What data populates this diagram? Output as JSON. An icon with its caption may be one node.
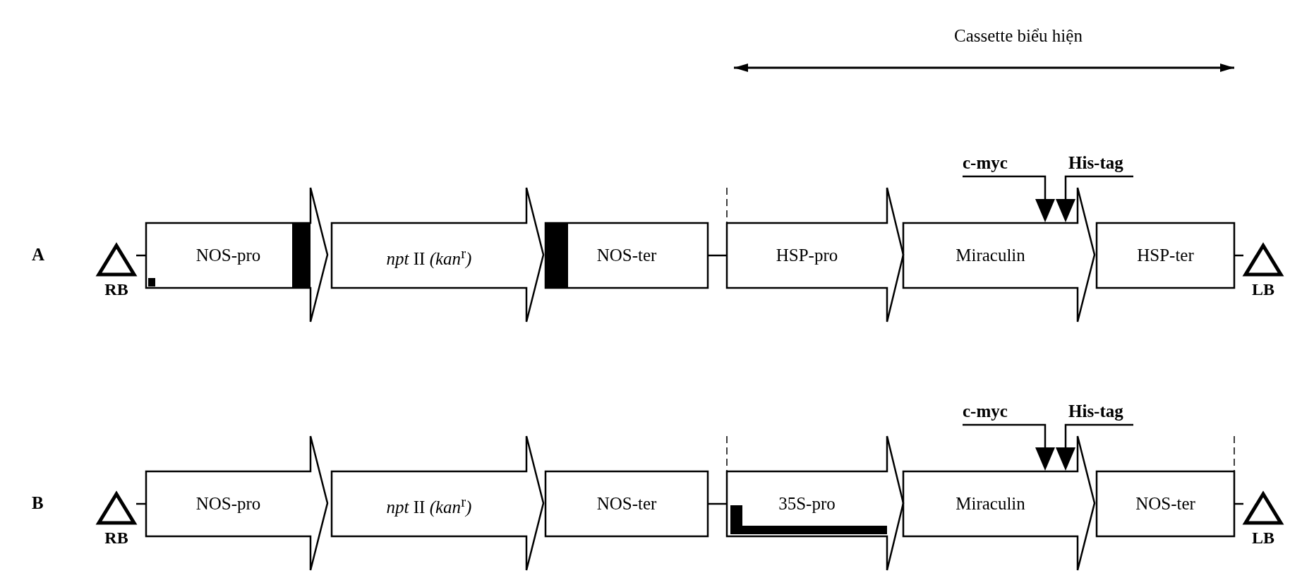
{
  "diagram": {
    "nodes": [
      {
        "text": [],
        "shape": "triangle",
        "beside": [
          "RB"
        ]
      },
      {
        "text": [
          "NOS-pro"
        ]
      },
      {
        "text": [
          "*npt* II *(kan*$^{r}$*)*"
        ]
      },
      {
        "text": [
          "NOS-ter"
        ]
      },
      {
        "text": [
          "HSP-pro"
        ]
      },
      {
        "text": [
          "Miraculin"
        ]
      },
      {
        "text": [
          "HSP-ter"
        ]
      },
      {
        "text": [],
        "shape": "triangle",
        "beside": [
          "LB"
        ]
      },
      {
        "text": [
          "c-myc"
        ]
      },
      {
        "text": [
          "His-tag"
        ]
      },
      {
        "text": [],
        "shape": "triangle"
      },
      {
        "text": [],
        "shape": "triangle"
      },
      {
        "text": [],
        "shape": "triangle",
        "beside": [
          "RB"
        ]
      },
      {
        "text": [
          "NOS-pro"
        ]
      },
      {
        "text": [
          "*npt* II *(kan*$^{r}$*)*"
        ]
      },
      {
        "text": [
          "NOS-ter"
        ]
      },
      {
        "text": [
          "35S-pro"
        ]
      },
      {
        "text": [
          "Miraculin"
        ]
      },
      {
        "text": [
          "NOS-ter"
        ]
      },
      {
        "text": [],
        "shape": "triangle",
        "beside": [
          "LB"
        ]
      },
      {
        "text": [
          "c-myc"
        ]
      },
      {
        "text": [
          "His-tag"
        ]
      },
      {
        "text": [],
        "shape": "triangle"
      },
      {
        "text": [],
        "shape": "triangle"
      }
    ],
    "edges": [
      {
        "from": 0,
        "to": 1,
        "arrow": "none"
      },
      {
        "from": 3,
        "to": 4,
        "arrow": "none"
      },
      {
        "from": 6,
        "to": 7,
        "arrow": "none"
      },
      {
        "from": 8,
        "to": 10,
        "arrow": "none"
      },
      {
        "from": 9,
        "to": 11,
        "arrow": "none"
      },
      {
        "from": 12,
        "to": 13,
        "arrow": "none"
      },
      {
        "from": 15,
        "to": 16,
        "arrow": "none"
      },
      {
        "from": 18,
        "to": 19,
        "arrow": "none"
      },
      {
        "from": 20,
        "to": 22,
        "arrow": "none"
      },
      {
        "from": 21,
        "to": 23,
        "arrow": "none"
      }
    ],
    "labels": [
      "Cassette biểu hiện",
      "A",
      "B"
    ]
  }
}
